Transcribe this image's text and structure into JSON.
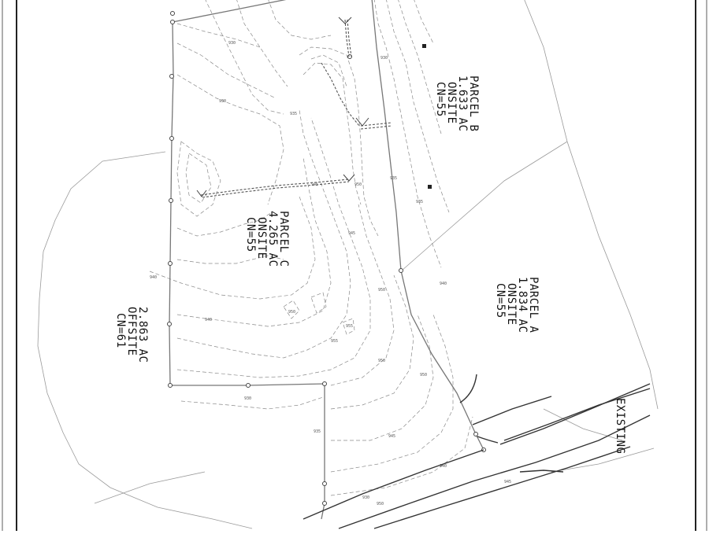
{
  "drawing": {
    "labels": {
      "parcel_b": [
        "PARCEL B",
        "1.633 AC",
        "ONSITE",
        "CN=55"
      ],
      "parcel_c": [
        "PARCEL C",
        "4.265 AC",
        "ONSITE",
        "CN=55"
      ],
      "parcel_a": [
        "PARCEL A",
        "1.834 AC",
        "ONSITE",
        "CN=55"
      ],
      "offsite": [
        "2.863 AC",
        "OFFSITE",
        "CN=61"
      ],
      "existing": "EXISTING"
    },
    "contour_labels": [
      "930",
      "930",
      "935",
      "930",
      "935",
      "930",
      "935",
      "940",
      "940",
      "935",
      "940",
      "945",
      "950",
      "945",
      "950",
      "955",
      "950",
      "950",
      "945",
      "940",
      "930",
      "950",
      "945",
      "950",
      "955"
    ]
  }
}
